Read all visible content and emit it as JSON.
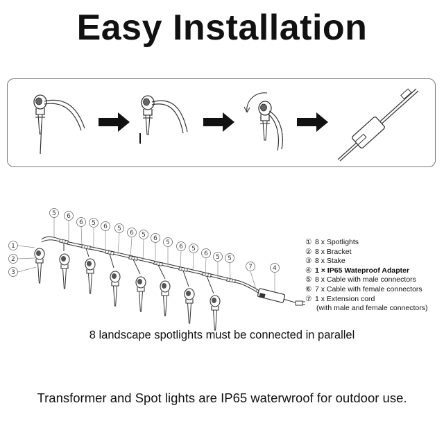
{
  "title": "Easy Installation",
  "legend": [
    {
      "num": "①",
      "text": "8 x Spotlights",
      "bold": false
    },
    {
      "num": "②",
      "text": "8 x Bracket",
      "bold": false
    },
    {
      "num": "③",
      "text": "8 x Stake",
      "bold": false
    },
    {
      "num": "④",
      "text": "1 × IP65 Wateproof Adapter",
      "bold": true
    },
    {
      "num": "⑤",
      "text": "8 x Cable with male connectors",
      "bold": false
    },
    {
      "num": "⑥",
      "text": "7 x Cable with female connectors",
      "bold": false
    },
    {
      "num": "⑦",
      "text": "1 x Extension cord",
      "bold": false
    },
    {
      "num": "",
      "text": "(with male and female connectors)",
      "bold": false
    }
  ],
  "callouts": {
    "left": [
      "1",
      "2",
      "3"
    ],
    "top": [
      "5",
      "6",
      "6",
      "5",
      "6",
      "5",
      "6",
      "5",
      "6",
      "5",
      "6",
      "5",
      "6",
      "5",
      "7",
      "4"
    ]
  },
  "note": "8 landscape spotlights must be connected in parallel",
  "footer": "Transformer and Spot lights are IP65 waterwroof for outdoor use."
}
